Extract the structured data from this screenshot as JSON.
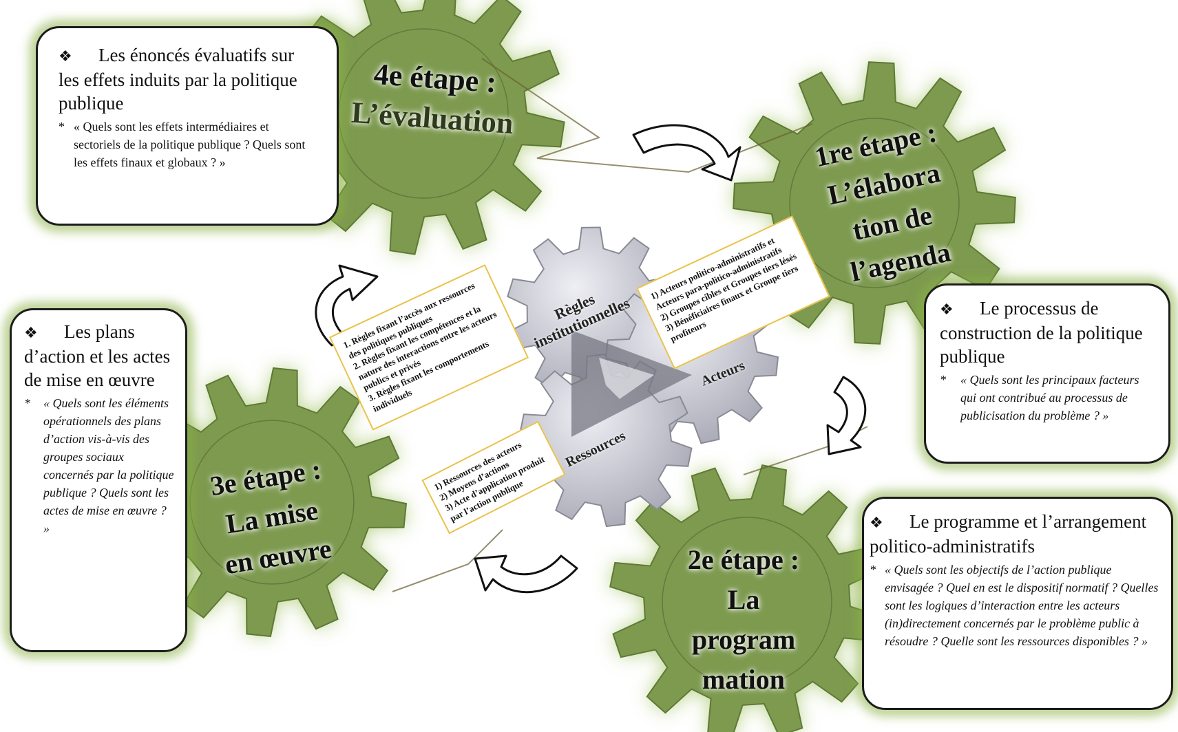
{
  "stages": {
    "evaluation": {
      "line1": "4e étape :",
      "line2": "L’évaluation"
    },
    "agenda": {
      "lines": [
        "1re étape :",
        "L’élabora",
        "tion de",
        "l’agenda"
      ]
    },
    "programmation": {
      "lines": [
        "2e étape :",
        "La",
        "program",
        "mation"
      ]
    },
    "mise_en_oeuvre": {
      "lines": [
        "3e étape :",
        "La mise",
        "en œuvre"
      ]
    }
  },
  "boxes": {
    "evaluation": {
      "bullet": "❖",
      "title": "Les énoncés évaluatifs sur les effets induits par la politique publique",
      "question": "« Quels sont les effets intermédiaires et sectoriels de la politique publique ? Quels sont les effets finaux et globaux ? »"
    },
    "agenda": {
      "bullet": "❖",
      "title": "Le processus de construction de la politique publique",
      "question": "« Quels sont les principaux facteurs qui ont contribué au processus de publicisation du problème ? »"
    },
    "programmation": {
      "bullet": "❖",
      "title": "Le programme et l’arrangement politico-administratifs",
      "question": "« Quels sont les objectifs de l’action publique envisagée ? Quel en est le dispositif normatif ? Quelles sont les logiques d’interaction entre les acteurs (in)directement concernés par le problème public à résoudre ? Quelle sont les ressources disponibles ? »"
    },
    "mise_en_oeuvre": {
      "bullet": "❖",
      "title": "Les plans d’action et les actes de mise en œuvre",
      "question": "« Quels sont les éléments opérationnels des plans d’action vis-à-vis des groupes sociaux concernés par la politique publique ? Quels sont les actes de mise en œuvre ? »"
    },
    "question_marker": "*"
  },
  "center": {
    "regles": "Règles institutionnelles",
    "acteurs": "Acteurs",
    "ressources": "Ressources"
  },
  "notes": {
    "regles": [
      "1. Règles fixant l’accès aux ressources des politiques publiques",
      "2. Règles fixant les compétences et la nature des interactions entre les acteurs publics et privés",
      "3. Règles fixant les comportements individuels"
    ],
    "acteurs": [
      "1) Acteurs politico-administratifs et Acteurs para-politico-administratifs",
      "2) Groupes cibles et Groupes tiers lésés",
      "3) Bénéficiaires finaux et Groupe tiers profiteurs"
    ],
    "ressources": [
      "1) Ressources des acteurs",
      "2) Moyens d’actions",
      "3) Acte d’application produit par l’action publique"
    ]
  },
  "colors": {
    "gear_green": "#7d9a4f",
    "gear_dark": "#5d7a35",
    "glow": "#9cbf5a",
    "center_gear": "#c8c8d2",
    "note_border": "#e9c24a"
  }
}
